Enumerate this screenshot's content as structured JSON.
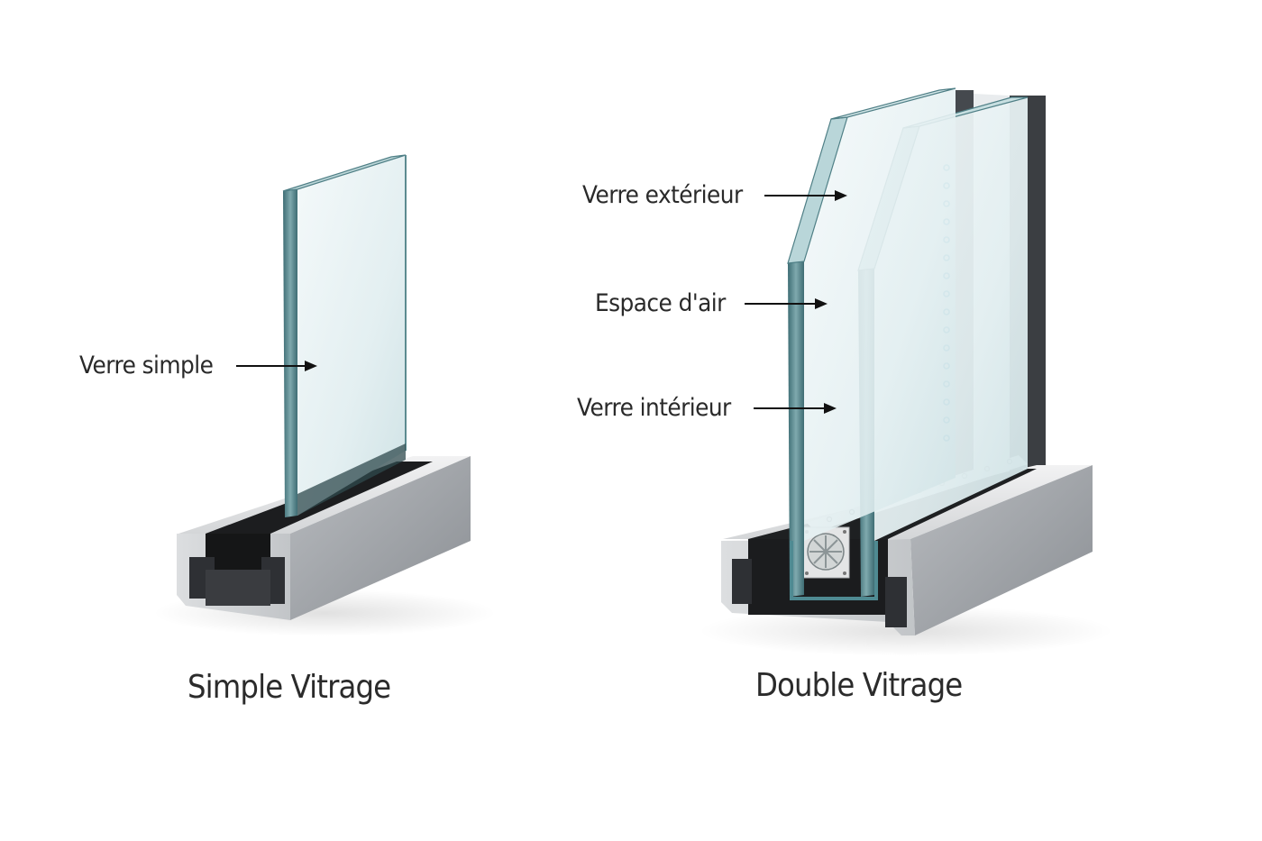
{
  "diagram": {
    "left": {
      "title": "Simple Vitrage",
      "labels": [
        {
          "text": "Verre simple",
          "target": "single-glass-pane"
        }
      ]
    },
    "right": {
      "title": "Double Vitrage",
      "labels": [
        {
          "text": "Verre extérieur",
          "target": "outer-glass-pane"
        },
        {
          "text": "Espace d'air",
          "target": "air-gap"
        },
        {
          "text": "Verre intérieur",
          "target": "inner-glass-pane"
        }
      ]
    },
    "colors": {
      "background": "#ffffff",
      "text": "#2a2a2a",
      "glass_edge": "#4f7f86",
      "glass_face": "#e6f1f2",
      "frame_aluminium": "#9fa3a8",
      "frame_dark": "#2b2d30",
      "spacer_dots": "#6fb6cf"
    }
  }
}
